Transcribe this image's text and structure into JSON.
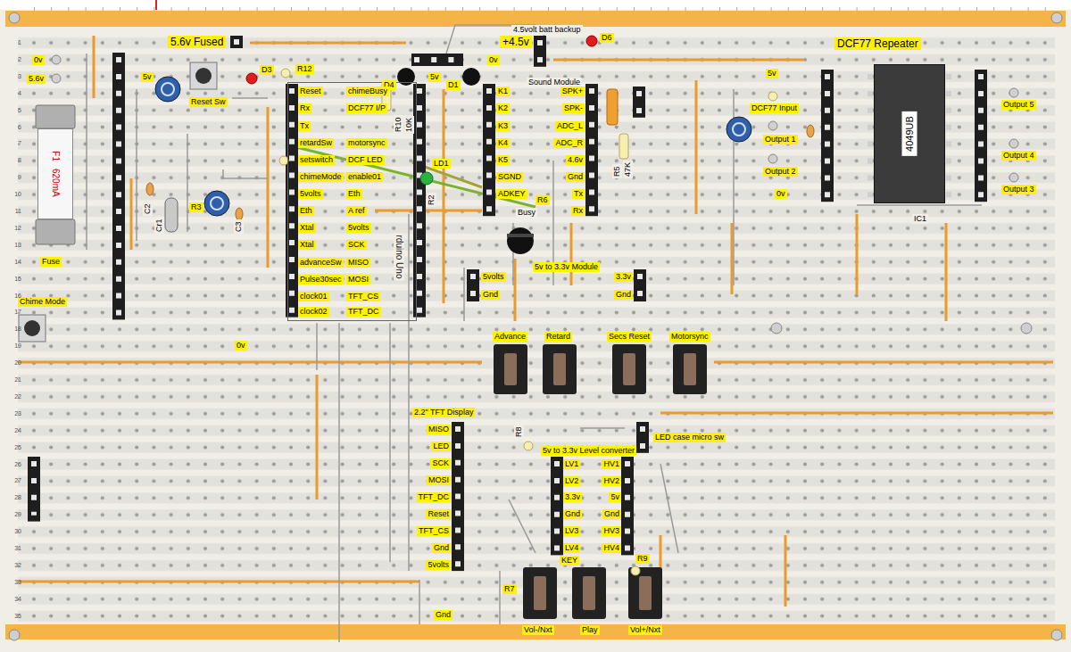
{
  "diagram": {
    "nodes": [
      {
        "text": [
          "F1",
          "620mA"
        ]
      },
      {
        "text": [
          "rduino Uno"
        ]
      },
      {
        "text": [
          "4049UB"
        ]
      }
    ],
    "labels": [
      "4.5volt batt backup",
      "5.6v Fused",
      "+4.5v",
      "D6",
      "DCF77 Repeater",
      "0v",
      "0v",
      "D3",
      "R12",
      "D4",
      "5v",
      "D1",
      "5.6v",
      "5v",
      "Sound Module",
      "5v",
      "Reset Sw",
      "Reset",
      "Rx",
      "Tx",
      "retardSw",
      "setswitch",
      "chimeMode",
      "5volts",
      "Eth",
      "Xtal",
      "Xtal",
      "advanceSw",
      "Pulse30sec",
      "clock01",
      "clock02",
      "chimeBusy",
      "DCF77 I/P",
      "motorsync",
      "DCF LED",
      "enable01",
      "Eth",
      "A ref",
      "5volts",
      "SCK",
      "MISO",
      "MOSI",
      "TFT_CS",
      "TFT_DC",
      "R10",
      "10K",
      "K1",
      "K2",
      "K3",
      "K4",
      "K5",
      "SGND",
      "ADKEY",
      "R6",
      "Busy",
      "SPK+",
      "SPK-",
      "ADC_L",
      "ADC_R",
      "4.6v",
      "Gnd",
      "Tx",
      "Rx",
      "R2",
      "LD1",
      "R5",
      "47K",
      "DCF77 Input",
      "Output 1",
      "Output 2",
      "0v",
      "IC1",
      "Output 5",
      "Output 4",
      "Output 3",
      "C2",
      "Cr1",
      "R3",
      "C3",
      "Fuse",
      "5v to 3.3v Module",
      "5volts",
      "Gnd",
      "3.3v",
      "Gnd",
      "Chime Mode",
      "0v",
      "Advance",
      "Retard",
      "Secs Reset",
      "Motorsync",
      "2.2\" TFT Display",
      "MISO",
      "LED",
      "SCK",
      "MOSI",
      "TFT_DC",
      "Reset",
      "TFT_CS",
      "Gnd",
      "5volts",
      "R8",
      "LED case micro sw",
      "5v to 3.3v Level converter",
      "LV1",
      "LV2",
      "3.3v",
      "Gnd",
      "LV3",
      "LV4",
      "HV1",
      "HV2",
      "5v",
      "Gnd",
      "HV3",
      "HV4",
      "R9",
      "KEY",
      "R7",
      "Gnd",
      "Vol-/Nxt",
      "Play",
      "Vol+/Nxt",
      "1",
      "2",
      "3",
      "4",
      "5",
      "6",
      "7",
      "8",
      "9",
      "10",
      "11",
      "12",
      "13",
      "14",
      "15",
      "16",
      "17",
      "18",
      "19",
      "20",
      "21",
      "22",
      "23",
      "24",
      "25",
      "26",
      "27",
      "28",
      "29",
      "30",
      "31",
      "32",
      "33",
      "34",
      "35"
    ]
  }
}
